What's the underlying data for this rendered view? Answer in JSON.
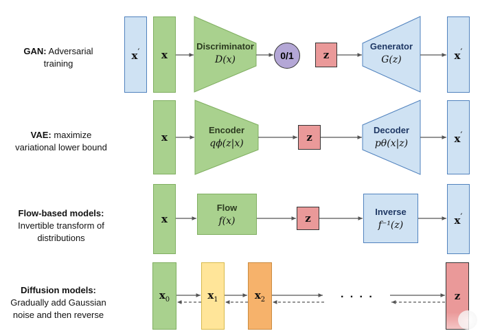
{
  "rows": {
    "gan": {
      "title": "GAN:",
      "desc_lines": [
        "Adversarial",
        "training"
      ]
    },
    "vae": {
      "title": "VAE:",
      "desc_lines": [
        "maximize",
        "variational lower bound"
      ]
    },
    "flow": {
      "title": "Flow-based models:",
      "desc_lines": [
        "Invertible transform of",
        "distributions"
      ]
    },
    "diffusion": {
      "title": "Diffusion models:",
      "desc_lines": [
        "Gradually add Gaussian",
        "noise and then reverse"
      ]
    }
  },
  "vars": {
    "x": "x",
    "x_prime": "x",
    "z": "z",
    "x0": "x",
    "x1": "x",
    "x2": "x",
    "sub0": "0",
    "sub1": "1",
    "sub2": "2",
    "prime": "′"
  },
  "modules": {
    "discriminator": {
      "name": "Discriminator",
      "fn": "D(x)"
    },
    "generator": {
      "name": "Generator",
      "fn": "G(z)"
    },
    "encoder": {
      "name": "Encoder",
      "fn": "qϕ(z|x)"
    },
    "decoder": {
      "name": "Decoder",
      "fn": "pθ(x|z)"
    },
    "flow": {
      "name": "Flow",
      "fn": "f(x)"
    },
    "inverse": {
      "name": "Inverse",
      "fn": "f⁻¹(z)"
    }
  },
  "discriminator_output": "0/1",
  "ellipsis": "· · · ·",
  "colors": {
    "green": "#a9d18e",
    "blue": "#cfe2f3",
    "red": "#ea9999",
    "yellow": "#ffe599",
    "orange": "#f6b26b",
    "purple": "#b4a7d6"
  }
}
